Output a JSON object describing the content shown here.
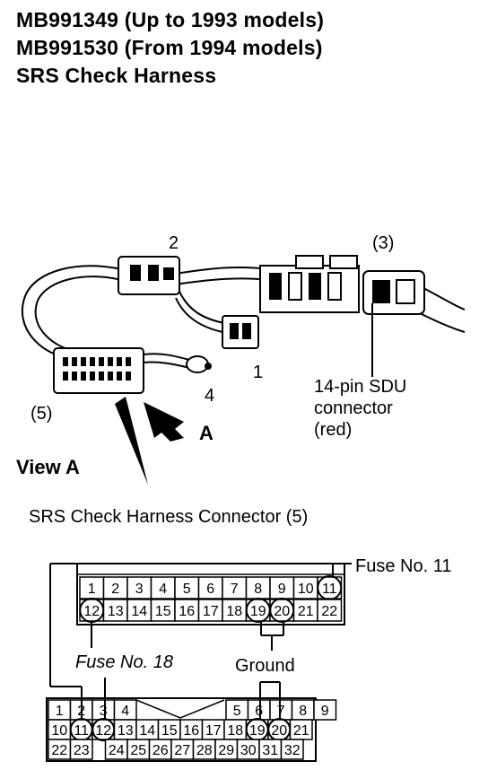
{
  "title": {
    "line1": "MB991349 (Up to 1993 models)",
    "line2": "MB991530 (From 1994 models)",
    "line3": "SRS Check Harness"
  },
  "harness": {
    "label_2": "2",
    "label_3": "(3)",
    "label_1": "1",
    "label_4": "4",
    "label_5": "(5)",
    "label_a": "A",
    "sdu_line1": "14-pin  SDU",
    "sdu_line2": "connector",
    "sdu_line3": "(red)"
  },
  "view_a": "View  A",
  "connector_caption": "SRS Check Harness Connector (5)",
  "upper_connector": {
    "row1": [
      "1",
      "2",
      "3",
      "4",
      "5",
      "6",
      "7",
      "8",
      "9",
      "10",
      "11"
    ],
    "row2": [
      "12",
      "13",
      "14",
      "15",
      "16",
      "17",
      "18",
      "19",
      "20",
      "21",
      "22"
    ],
    "circled": [
      "11",
      "12",
      "19",
      "20"
    ]
  },
  "lower_connector": {
    "row1": [
      "1",
      "2",
      "3",
      "4",
      "5",
      "6",
      "7",
      "8",
      "9"
    ],
    "row2": [
      "10",
      "11",
      "12",
      "13",
      "14",
      "15",
      "16",
      "17",
      "18",
      "19",
      "20",
      "21"
    ],
    "row3": [
      "22",
      "23",
      "24",
      "25",
      "26",
      "27",
      "28",
      "29",
      "30",
      "31",
      "32"
    ],
    "circled": [
      "11",
      "12",
      "19",
      "20"
    ]
  },
  "callouts": {
    "fuse11": "Fuse No. 11",
    "fuse18": "Fuse No. 18",
    "ground": "Ground"
  }
}
